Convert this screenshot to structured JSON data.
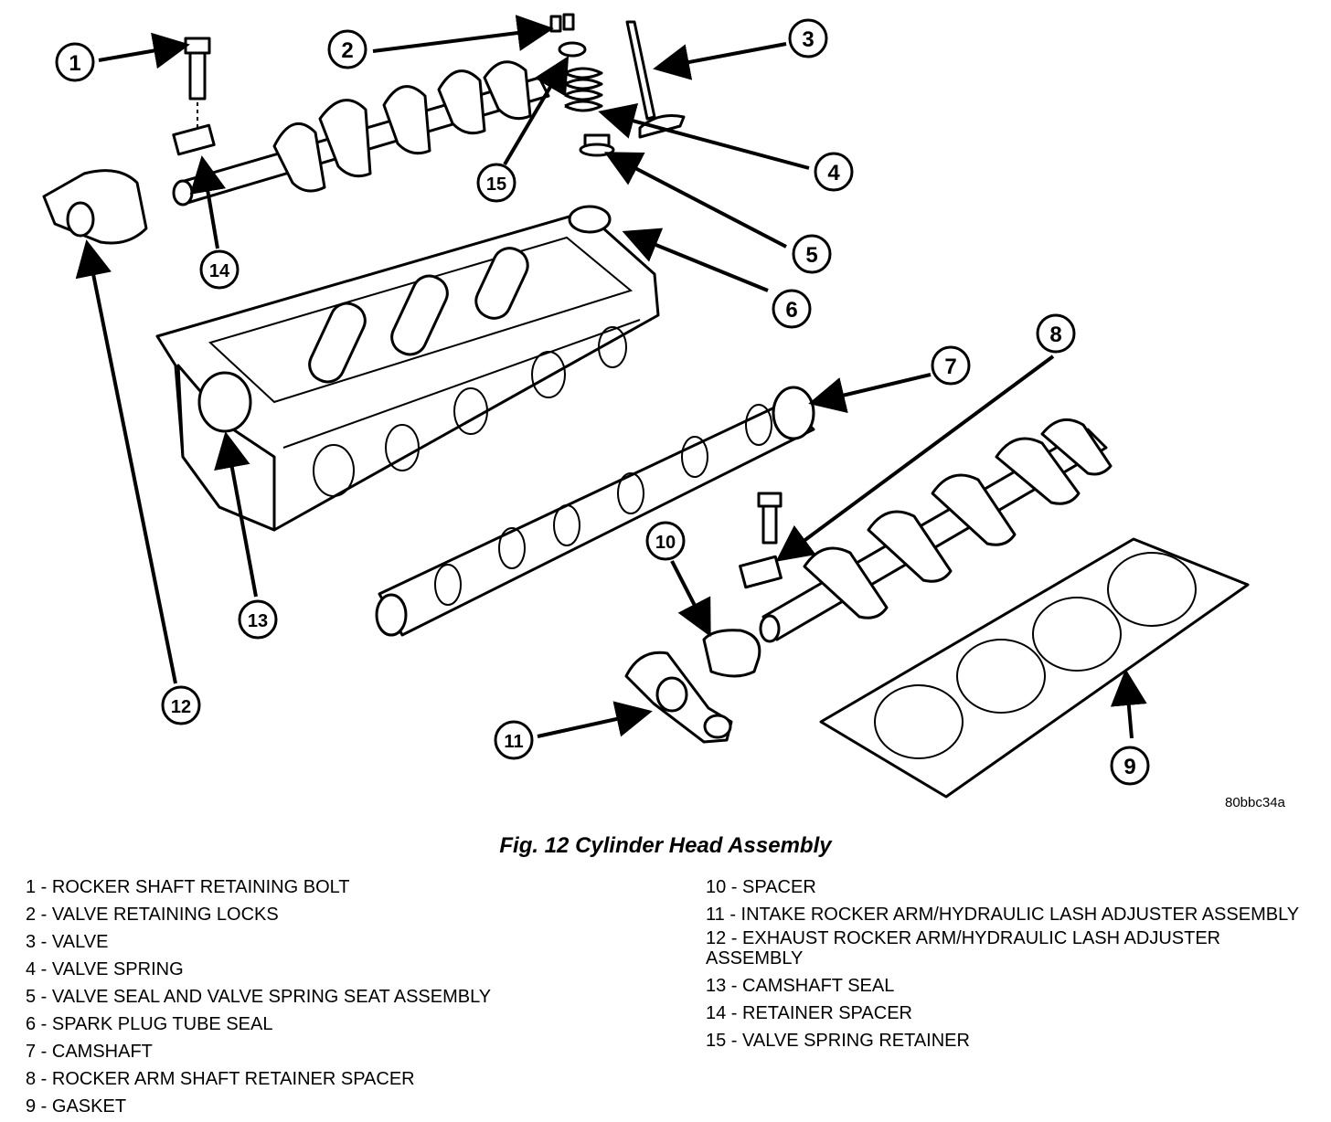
{
  "figure": {
    "caption": "Fig. 12 Cylinder Head Assembly",
    "image_code": "80bbc34a"
  },
  "callouts": [
    "1",
    "2",
    "3",
    "4",
    "5",
    "6",
    "7",
    "8",
    "9",
    "10",
    "11",
    "12",
    "13",
    "14",
    "15"
  ],
  "legend": {
    "left": [
      "1 - ROCKER SHAFT RETAINING BOLT",
      "2 - VALVE RETAINING LOCKS",
      "3 - VALVE",
      "4 - VALVE SPRING",
      "5 - VALVE SEAL AND VALVE SPRING SEAT ASSEMBLY",
      "6 - SPARK PLUG TUBE SEAL",
      "7 - CAMSHAFT",
      "8 - ROCKER ARM SHAFT RETAINER SPACER",
      "9 - GASKET"
    ],
    "right": [
      "10 - SPACER",
      "11 - INTAKE ROCKER ARM/HYDRAULIC LASH ADJUSTER ASSEMBLY",
      "12 - EXHAUST ROCKER ARM/HYDRAULIC LASH ADJUSTER ASSEMBLY",
      "13 - CAMSHAFT SEAL",
      "14 - RETAINER SPACER",
      "15 - VALVE SPRING RETAINER"
    ]
  }
}
